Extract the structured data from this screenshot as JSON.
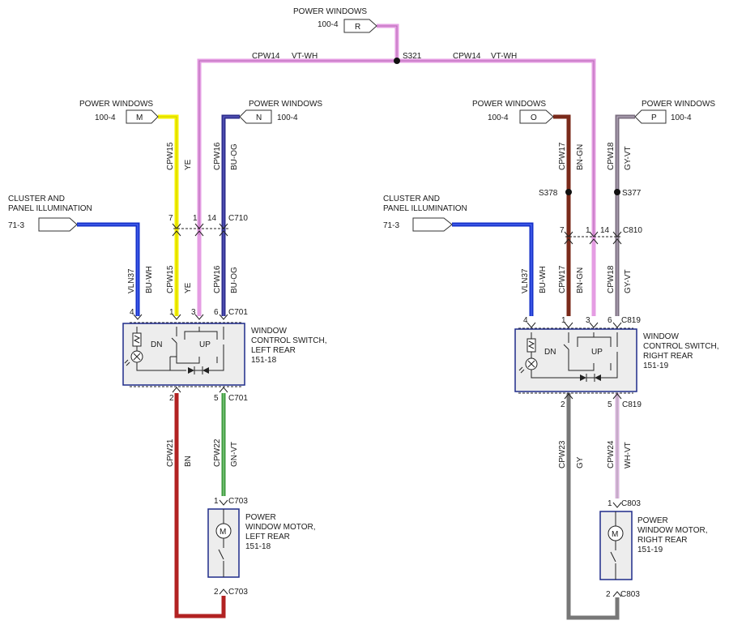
{
  "colors": {
    "pink": "#e59de3",
    "yellow": "#f5f200",
    "blue": "#1530c8",
    "navy": "#2c2c8c",
    "brown": "#7a2a1a",
    "grey": "#7b6f80",
    "green": "#3c9a3c",
    "red": "#b22222",
    "wirelight": "#d9b5dc",
    "darkgrey": "#777777"
  },
  "top": {
    "label": "POWER WINDOWS",
    "page": "100-4",
    "connector": "R",
    "splice": "S321",
    "left_wire_circuit": "CPW14",
    "left_wire_color": "VT-WH",
    "right_wire_circuit": "CPW14",
    "right_wire_color": "VT-WH"
  },
  "left": {
    "pw_m": {
      "label": "POWER WINDOWS",
      "page": "100-4",
      "connector": "M"
    },
    "pw_n": {
      "label": "POWER WINDOWS",
      "page": "100-4",
      "connector": "N"
    },
    "cluster_line1": "CLUSTER AND",
    "cluster_line2": "PANEL ILLUMINATION",
    "cluster_page": "71-3",
    "w_cpw15": "CPW15",
    "c_ye": "YE",
    "w_cpw16": "CPW16",
    "c_buog": "BU-OG",
    "w_vln37": "VLN37",
    "c_buwh": "BU-WH",
    "w_cpw15b": "CPW15",
    "c_yeb": "YE",
    "w_cpw16b": "CPW16",
    "c_buogb": "BU-OG",
    "pin7": "7",
    "pin1a": "1",
    "pin14": "14",
    "c710": "C710",
    "pin4": "4",
    "pin1": "1",
    "pin3": "3",
    "pin6": "6",
    "c701": "C701",
    "pin2": "2",
    "pin5": "5",
    "c701b": "C701",
    "switch_line1": "WINDOW",
    "switch_line2": "CONTROL SWITCH,",
    "switch_line3": "LEFT REAR",
    "switch_page": "151-18",
    "dn": "DN",
    "up": "UP",
    "w_cpw21": "CPW21",
    "c_bn": "BN",
    "w_cpw22": "CPW22",
    "c_gnvt": "GN-VT",
    "pin1m": "1",
    "c703": "C703",
    "pin2m": "2",
    "c703b": "C703",
    "motor_line1": "POWER",
    "motor_line2": "WINDOW MOTOR,",
    "motor_line3": "LEFT REAR",
    "motor_page": "151-18",
    "m": "M"
  },
  "right": {
    "pw_o": {
      "label": "POWER WINDOWS",
      "page": "100-4",
      "connector": "O"
    },
    "pw_p": {
      "label": "POWER WINDOWS",
      "page": "100-4",
      "connector": "P"
    },
    "cluster_line1": "CLUSTER AND",
    "cluster_line2": "PANEL ILLUMINATION",
    "cluster_page": "71-3",
    "w_cpw17": "CPW17",
    "c_bngn": "BN-GN",
    "w_cpw18": "CPW18",
    "c_gyvt": "GY-VT",
    "s378": "S378",
    "s377": "S377",
    "w_vln37": "VLN37",
    "c_buwh": "BU-WH",
    "w_cpw17b": "CPW17",
    "c_bngnb": "BN-GN",
    "w_cpw18b": "CPW18",
    "c_gyvtb": "GY-VT",
    "pin7": "7",
    "pin1a": "1",
    "pin14": "14",
    "c810": "C810",
    "pin4": "4",
    "pin1": "1",
    "pin3": "3",
    "pin6": "6",
    "c819": "C819",
    "pin2": "2",
    "pin5": "5",
    "c819b": "C819",
    "switch_line1": "WINDOW",
    "switch_line2": "CONTROL SWITCH,",
    "switch_line3": "RIGHT REAR",
    "switch_page": "151-19",
    "dn": "DN",
    "up": "UP",
    "w_cpw23": "CPW23",
    "c_gy": "GY",
    "w_cpw24": "CPW24",
    "c_whvt": "WH-VT",
    "pin1m": "1",
    "c803": "C803",
    "pin2m": "2",
    "c803b": "C803",
    "motor_line1": "POWER",
    "motor_line2": "WINDOW MOTOR,",
    "motor_line3": "RIGHT REAR",
    "motor_page": "151-19",
    "m": "M"
  }
}
